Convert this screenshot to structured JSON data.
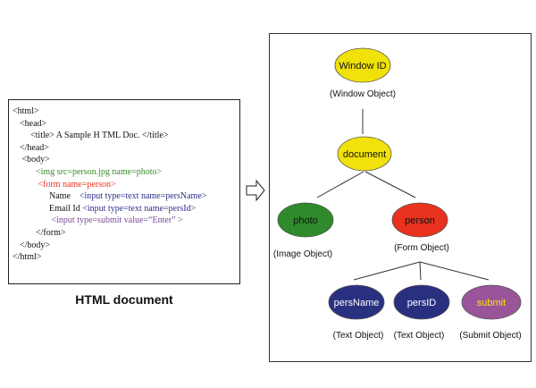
{
  "html_document": {
    "caption": "HTML document",
    "lines": [
      {
        "indent": 0,
        "segments": [
          {
            "text": "<html>",
            "color": "black"
          }
        ]
      },
      {
        "indent": 1,
        "segments": [
          {
            "text": "<head>",
            "color": "black"
          }
        ]
      },
      {
        "indent": 2,
        "segments": [
          {
            "text": "<title> A Sample H TML Doc. </title>",
            "color": "black"
          }
        ]
      },
      {
        "indent": 1,
        "segments": [
          {
            "text": "</head>",
            "color": "black"
          }
        ]
      },
      {
        "indent": 1,
        "segments": [
          {
            "text": " <body>",
            "color": "black"
          }
        ]
      },
      {
        "indent": 3,
        "segments": [
          {
            "text": "<img src=person.jpg name=photo>",
            "color": "green"
          }
        ]
      },
      {
        "indent": 3,
        "segments": [
          {
            "text": " <form name=person>",
            "color": "red"
          }
        ]
      },
      {
        "indent": 4,
        "segments": [
          {
            "text": "Name    ",
            "color": "black"
          },
          {
            "text": "<input type=text name=persName>",
            "color": "blue"
          }
        ]
      },
      {
        "indent": 4,
        "segments": [
          {
            "text": "Email Id ",
            "color": "black"
          },
          {
            "text": "<input type=text name=persId>",
            "color": "blue"
          }
        ]
      },
      {
        "indent": 4,
        "segments": [
          {
            "text": " <input type=submit value=“Enter” >",
            "color": "purple"
          }
        ]
      },
      {
        "indent": 3,
        "segments": [
          {
            "text": "</form>",
            "color": "black"
          }
        ]
      },
      {
        "indent": 1,
        "segments": [
          {
            "text": "</body>",
            "color": "black"
          }
        ]
      },
      {
        "indent": 0,
        "segments": [
          {
            "text": "</html>",
            "color": "black"
          }
        ]
      }
    ]
  },
  "arrow_icon": "right-arrow-icon",
  "object_tree": {
    "nodes": [
      {
        "id": "window",
        "label": "Window ID",
        "sublabel": "(Window Object)",
        "fill": "#f0e20a",
        "text_color": "#111111",
        "parent": null
      },
      {
        "id": "document",
        "label": "document",
        "sublabel": "",
        "fill": "#f0e20a",
        "text_color": "#111111",
        "parent": "window"
      },
      {
        "id": "photo",
        "label": "photo",
        "sublabel": "(Image Object)",
        "fill": "#2e8a2a",
        "text_color": "#111111",
        "parent": "document"
      },
      {
        "id": "person",
        "label": "person",
        "sublabel": "(Form Object)",
        "fill": "#e8321e",
        "text_color": "#111111",
        "parent": "document"
      },
      {
        "id": "persName",
        "label": "persName",
        "sublabel": "(Text Object)",
        "fill": "#2a3080",
        "text_color": "#ffffff",
        "parent": "person"
      },
      {
        "id": "persID",
        "label": "persID",
        "sublabel": "(Text Object)",
        "fill": "#2a3080",
        "text_color": "#ffffff",
        "parent": "person"
      },
      {
        "id": "submit",
        "label": "submit",
        "sublabel": "(Submit Object)",
        "fill": "#9a559a",
        "text_color": "#f5e21a",
        "parent": "person"
      }
    ]
  }
}
